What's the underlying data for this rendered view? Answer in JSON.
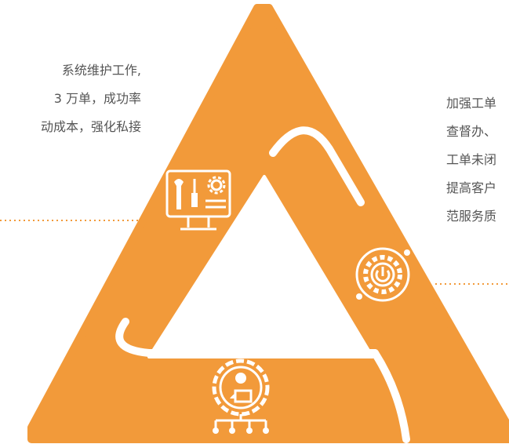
{
  "colors": {
    "orange": "#f29a3a",
    "gap": "#ffffff",
    "text": "#555555",
    "dotted_line": "#f29a3a"
  },
  "left_text": {
    "lines": [
      "系统维护工作,",
      "3 万单，成功率",
      "动成本，强化私接"
    ]
  },
  "right_text": {
    "lines": [
      "加强工单",
      "查督办、",
      "工单未闭",
      "提高客户",
      "范服务质"
    ]
  },
  "icons": {
    "top": "computer-tools-icon",
    "right": "gear-power-icon",
    "bottom": "person-gear-network-icon"
  }
}
